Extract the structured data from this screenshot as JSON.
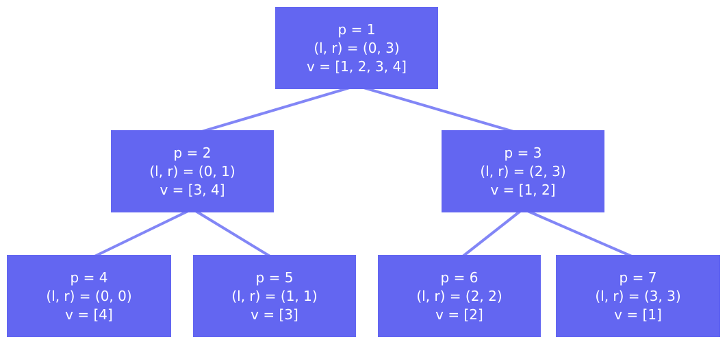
{
  "diagram": {
    "type": "binary-tree",
    "colors": {
      "node-fill": "#6366f1",
      "edge-stroke": "#8286f6",
      "node-text": "#ffffff",
      "background": "#ffffff"
    },
    "nodes": [
      {
        "id": 1,
        "p": "p = 1",
        "lr": "(l, r) = (0, 3)",
        "v": "v = [1, 2, 3, 4]"
      },
      {
        "id": 2,
        "p": "p = 2",
        "lr": "(l, r) = (0, 1)",
        "v": "v = [3, 4]"
      },
      {
        "id": 3,
        "p": "p = 3",
        "lr": "(l, r) = (2, 3)",
        "v": "v = [1, 2]"
      },
      {
        "id": 4,
        "p": "p = 4",
        "lr": "(l, r) = (0, 0)",
        "v": "v = [4]"
      },
      {
        "id": 5,
        "p": "p = 5",
        "lr": "(l, r) = (1, 1)",
        "v": "v = [3]"
      },
      {
        "id": 6,
        "p": "p = 6",
        "lr": "(l, r) = (2, 2)",
        "v": "v = [2]"
      },
      {
        "id": 7,
        "p": "p = 7",
        "lr": "(l, r) = (3, 3)",
        "v": "v = [1]"
      }
    ],
    "edges": [
      {
        "from": 1,
        "to": 2
      },
      {
        "from": 1,
        "to": 3
      },
      {
        "from": 2,
        "to": 4
      },
      {
        "from": 2,
        "to": 5
      },
      {
        "from": 3,
        "to": 6
      },
      {
        "from": 3,
        "to": 7
      }
    ]
  }
}
